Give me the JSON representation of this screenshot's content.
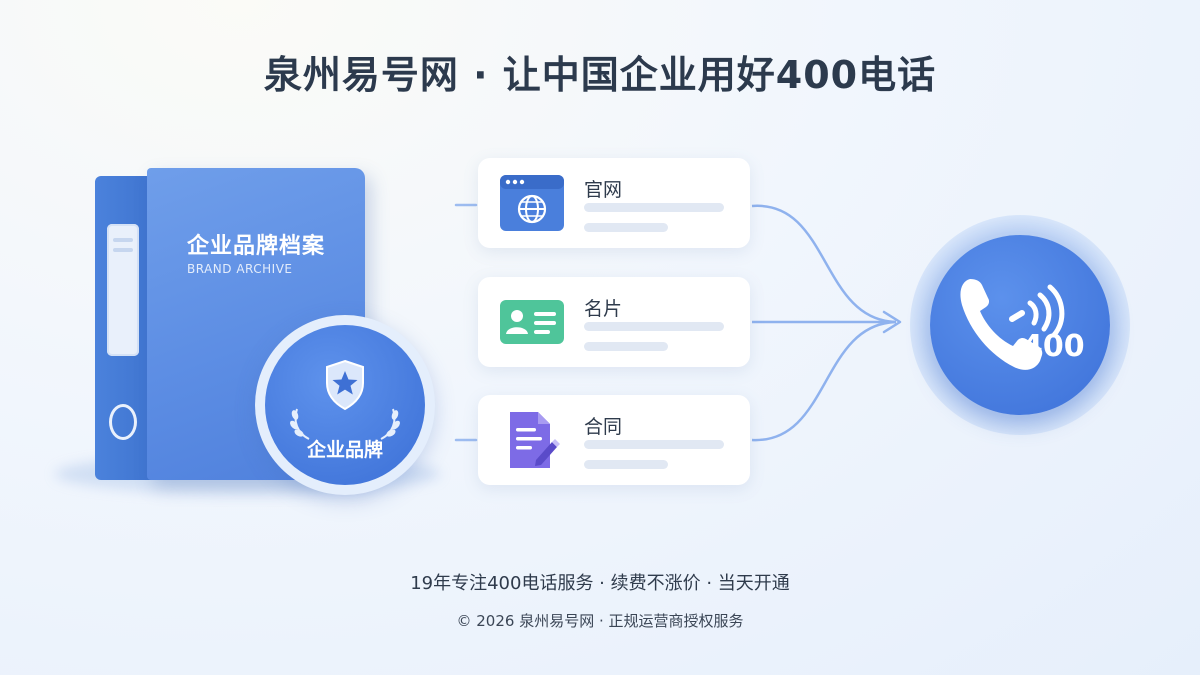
{
  "headline": "泉州易号网 · 让中国企业用好400电话",
  "binder": {
    "title": "企业品牌档案",
    "subtitle": "BRAND ARCHIVE"
  },
  "badge": {
    "label": "企业品牌",
    "icon": "shield-star-icon"
  },
  "cards": [
    {
      "label": "官网",
      "icon": "browser-globe-icon"
    },
    {
      "label": "名片",
      "icon": "id-card-icon"
    },
    {
      "label": "合同",
      "icon": "document-pen-icon"
    }
  ],
  "phone": {
    "number": "400",
    "icon": "phone-signal-icon"
  },
  "footer": {
    "tagline": "19年专注400电话服务 · 续费不涨价 · 当天开通",
    "copyright": "© 2026 泉州易号网 · 正规运营商授权服务"
  },
  "colors": {
    "brand_blue": "#4a7fdc",
    "card_green": "#4fc59a",
    "card_purple": "#7d6be6",
    "headline": "#2c3a4d"
  }
}
